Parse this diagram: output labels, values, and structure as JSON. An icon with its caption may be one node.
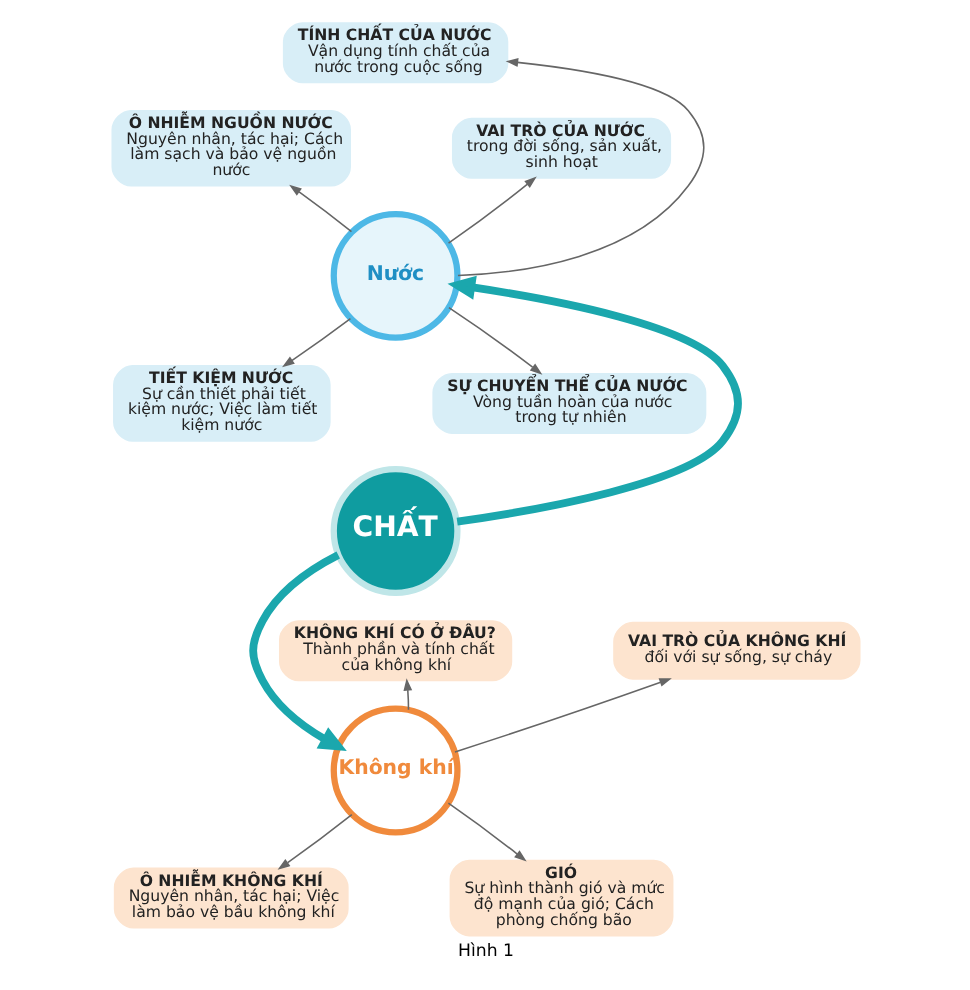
{
  "diagram": {
    "caption": "Hình 1",
    "nodes": [
      {
        "text": [
          "TÍNH CHẤT CỦA NƯỚC",
          "Vận dụng tính chất của nước trong cuộc sống"
        ]
      },
      {
        "text": [
          "Ô NHIỄM NGUỒN NƯỚC",
          "Nguyên nhân, tác hại; Cách làm sạch và bảo vệ nguồn nước"
        ]
      },
      {
        "text": [
          "VAI TRÒ CỦA NƯỚC",
          "trong đời sống, sản xuất, sinh hoạt"
        ]
      },
      {
        "text": [
          "Nước"
        ]
      },
      {
        "text": [
          "TIẾT KIỆM NƯỚC",
          "Sự cần thiết phải tiết kiệm nước; Việc làm tiết kiệm nước"
        ]
      },
      {
        "text": [
          "SỰ CHUYỂN THỂ CỦA NƯỚC",
          "Vòng tuần hoàn của nước trong tự nhiên"
        ]
      },
      {
        "text": [
          "CHẤT"
        ]
      },
      {
        "text": [
          "Không khí"
        ]
      },
      {
        "text": [
          "KHÔNG KHÍ CÓ Ở ĐÂU?",
          "Thành phần và tính chất của không khí"
        ]
      },
      {
        "text": [
          "VAI TRÒ CỦA KHÔNG KHÍ",
          "đối với sự sống, sự cháy"
        ]
      },
      {
        "text": [
          "Ô NHIỄM KHÔNG KHÍ",
          "Nguyên nhân, tác hại; Việc làm bảo vệ bầu không khí"
        ]
      },
      {
        "text": [
          "GIÓ",
          "Sự hình thành gió và mức độ mạnh của gió; Cách phòng chống bão"
        ]
      }
    ],
    "edges": [
      {
        "from": 3,
        "to": 0,
        "arrow": "to"
      },
      {
        "from": 3,
        "to": 1,
        "arrow": "to"
      },
      {
        "from": 3,
        "to": 2,
        "arrow": "to"
      },
      {
        "from": 3,
        "to": 4,
        "arrow": "to"
      },
      {
        "from": 3,
        "to": 5,
        "arrow": "to"
      },
      {
        "from": 6,
        "to": 3,
        "arrow": "to",
        "style": "thick",
        "color": "#1ba7ad"
      },
      {
        "from": 6,
        "to": 7,
        "arrow": "to",
        "style": "thick",
        "color": "#1ba7ad"
      },
      {
        "from": 7,
        "to": 8,
        "arrow": "to"
      },
      {
        "from": 7,
        "to": 9,
        "arrow": "to"
      },
      {
        "from": 7,
        "to": 10,
        "arrow": "to"
      },
      {
        "from": 7,
        "to": 11,
        "arrow": "to"
      }
    ]
  }
}
